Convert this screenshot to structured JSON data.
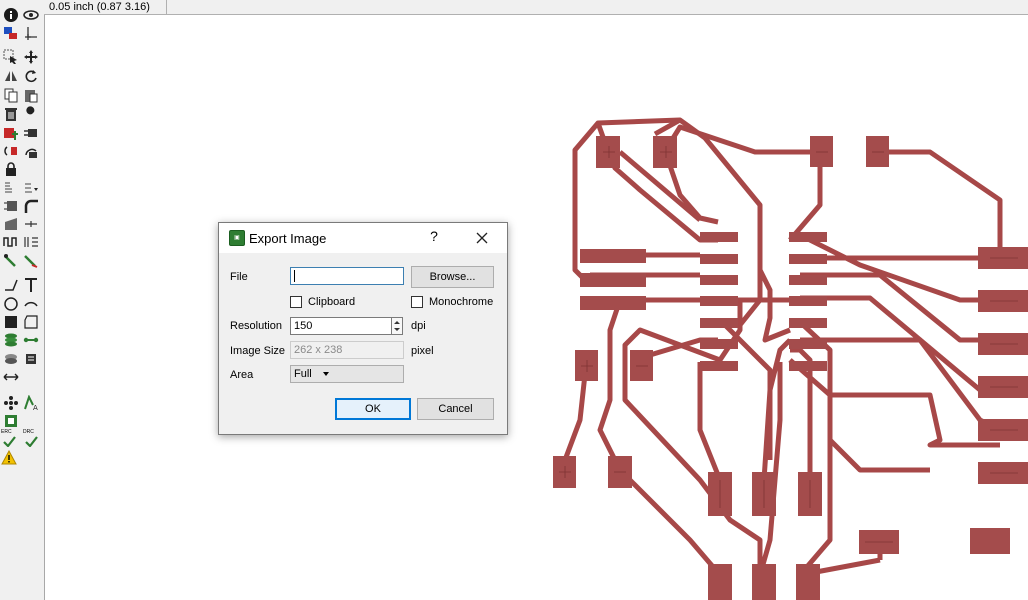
{
  "status": {
    "coordinates": "0.05 inch (0.87 3.16)"
  },
  "dialog": {
    "title": "Export Image",
    "help_label": "?",
    "file_label": "File",
    "file_value": "",
    "browse_label": "Browse...",
    "clipboard_label": "Clipboard",
    "clipboard_checked": false,
    "monochrome_label": "Monochrome",
    "monochrome_checked": false,
    "resolution_label": "Resolution",
    "resolution_value": "150",
    "resolution_unit": "dpi",
    "image_size_label": "Image Size",
    "image_size_value": "262 x 238",
    "image_size_unit": "pixel",
    "area_label": "Area",
    "area_value": "Full",
    "ok_label": "OK",
    "cancel_label": "Cancel"
  },
  "toolbar": {
    "badge_labels": {
      "erc": "ERC",
      "drc": "DRC"
    },
    "tools": [
      "info",
      "show",
      "layer",
      "mark",
      "move",
      "copy",
      "mirror",
      "rotate",
      "group",
      "cut",
      "paste",
      "delete",
      "add",
      "pinswap",
      "replace",
      "gateswap",
      "lock",
      "name",
      "value",
      "smash",
      "miter",
      "split",
      "optimize",
      "route",
      "ripup",
      "wire",
      "text",
      "circle",
      "arc",
      "rectangle",
      "polygon",
      "via",
      "signal",
      "hole",
      "attribute",
      "dimension",
      "ratsnest",
      "autorouter",
      "drc",
      "erc",
      "errors"
    ]
  },
  "colors": {
    "trace": "#a74848",
    "pad": "#a44c4c",
    "toolbar_bg": "#f0f0f0",
    "dialog_bg": "#f0f0f0",
    "ok_border": "#0078d7"
  }
}
